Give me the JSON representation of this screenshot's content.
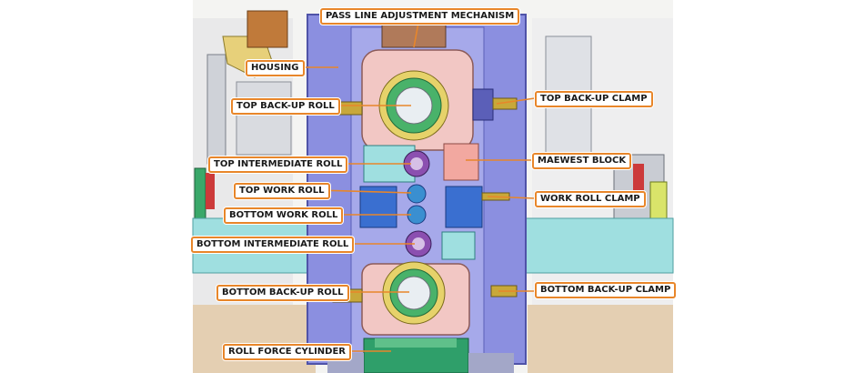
{
  "diagram": {
    "colors": {
      "housing": "#8b8fe0",
      "housing_dark": "#5b5fb8",
      "chock_pink": "#f2c7c4",
      "bearing_yellow": "#e6d26a",
      "bearing_green": "#49b26a",
      "roll_purple": "#8b4fb0",
      "cyan_base": "#9fdfe0",
      "blue_block": "#3a6fd0",
      "callout_border": "#e8862a",
      "cylinder_green": "#2f9f6a"
    },
    "labels": {
      "pass_line": "PASS LINE ADJUSTMENT MECHANISM",
      "housing": "HOUSING",
      "top_backup_roll": "TOP BACK-UP ROLL",
      "top_backup_clamp": "TOP BACK-UP CLAMP",
      "top_intermediate_roll": "TOP INTERMEDIATE ROLL",
      "maewest_block": "MAEWEST BLOCK",
      "top_work_roll": "TOP WORK ROLL",
      "work_roll_clamp": "WORK ROLL CLAMP",
      "bottom_work_roll": "BOTTOM WORK ROLL",
      "bottom_intermediate_roll": "BOTTOM INTERMEDIATE ROLL",
      "bottom_backup_roll": "BOTTOM BACK-UP ROLL",
      "bottom_backup_clamp": "BOTTOM BACK-UP CLAMP",
      "roll_force_cylinder": "ROLL FORCE CYLINDER"
    }
  }
}
